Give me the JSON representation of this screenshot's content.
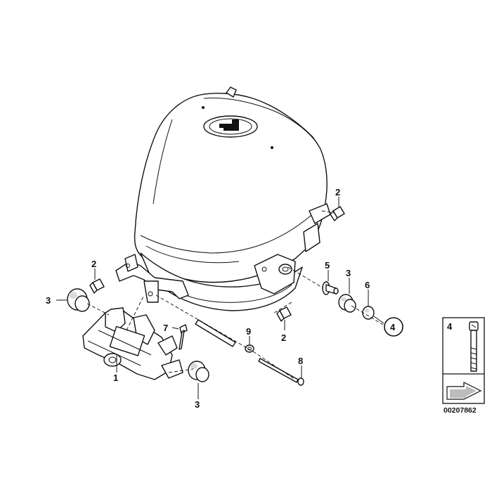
{
  "labels": {
    "p1": "1",
    "p2_top": "2",
    "p2_left": "2",
    "p2_bottom": "2",
    "p3_left": "3",
    "p3_bottom": "3",
    "p3_right": "3",
    "p4_circle": "4",
    "p5": "5",
    "p6": "6",
    "p7": "7",
    "p8": "8",
    "p9": "9"
  },
  "legend": {
    "item_number": "4"
  },
  "diagram_id": "00207862"
}
